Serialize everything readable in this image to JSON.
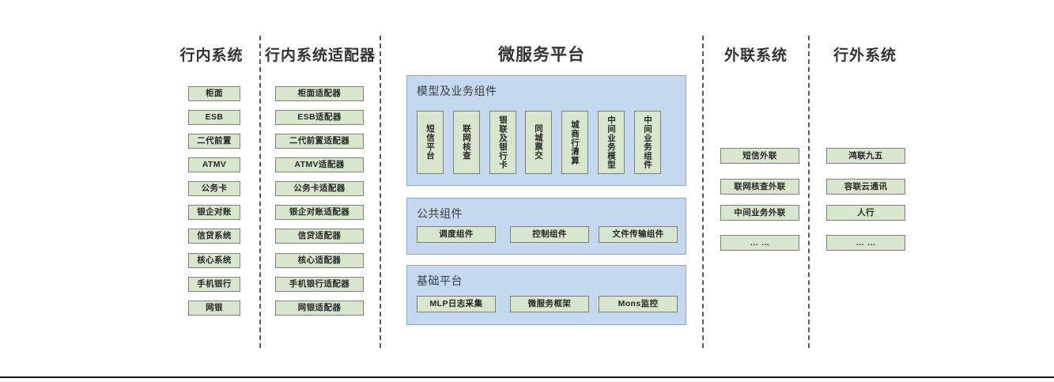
{
  "diagram": {
    "title_columns": [
      {
        "key": "internal",
        "label": "行内系统"
      },
      {
        "key": "adapter",
        "label": "行内系统适配器"
      },
      {
        "key": "platform",
        "label": "微服务平台"
      },
      {
        "key": "external_link",
        "label": "外联系统"
      },
      {
        "key": "outside",
        "label": "行外系统"
      }
    ],
    "colors": {
      "node_fill": "#d9e6ce",
      "node_border": "#7f7f7f",
      "panel_fill": "#c4d9ef",
      "panel_border": "#8fa8c0",
      "divider": "#5a5a5a",
      "text": "#262626"
    }
  },
  "internal_systems": [
    {
      "label": "柜面"
    },
    {
      "label": "ESB"
    },
    {
      "label": "二代前置"
    },
    {
      "label": "ATMV"
    },
    {
      "label": "公务卡"
    },
    {
      "label": "银企对账"
    },
    {
      "label": "信贷系统"
    },
    {
      "label": "核心系统"
    },
    {
      "label": "手机银行"
    },
    {
      "label": "网银"
    }
  ],
  "adapters": [
    {
      "label": "柜面适配器"
    },
    {
      "label": "ESB适配器"
    },
    {
      "label": "二代前置适配器"
    },
    {
      "label": "ATMV适配器"
    },
    {
      "label": "公务卡适配器"
    },
    {
      "label": "银企对账适配器"
    },
    {
      "label": "信贷适配器"
    },
    {
      "label": "核心适配器"
    },
    {
      "label": "手机银行适配器"
    },
    {
      "label": "网银适配器"
    }
  ],
  "platform": {
    "model_panel": {
      "label": "模型及业务组件",
      "items": [
        {
          "label": "短信平台"
        },
        {
          "label": "联网核查"
        },
        {
          "label": "银联及银行卡"
        },
        {
          "label": "同城票交"
        },
        {
          "label": "城商行清算"
        },
        {
          "label": "中间业务模型"
        },
        {
          "label": "中间业务组件"
        }
      ]
    },
    "common_panel": {
      "label": "公共组件",
      "items": [
        {
          "label": "调度组件"
        },
        {
          "label": "控制组件"
        },
        {
          "label": "文件传输组件"
        }
      ]
    },
    "base_panel": {
      "label": "基础平台",
      "items": [
        {
          "label": "MLP日志采集"
        },
        {
          "label": "微服务框架"
        },
        {
          "label": "Mons监控"
        }
      ]
    }
  },
  "external_link_systems": [
    {
      "label": "短信外联"
    },
    {
      "label": "联网核查外联"
    },
    {
      "label": "中间业务外联"
    },
    {
      "label": "… …"
    }
  ],
  "outside_systems": [
    {
      "label": "鸿联九五"
    },
    {
      "label": "容联云通讯"
    },
    {
      "label": "人行"
    },
    {
      "label": "… …"
    }
  ]
}
